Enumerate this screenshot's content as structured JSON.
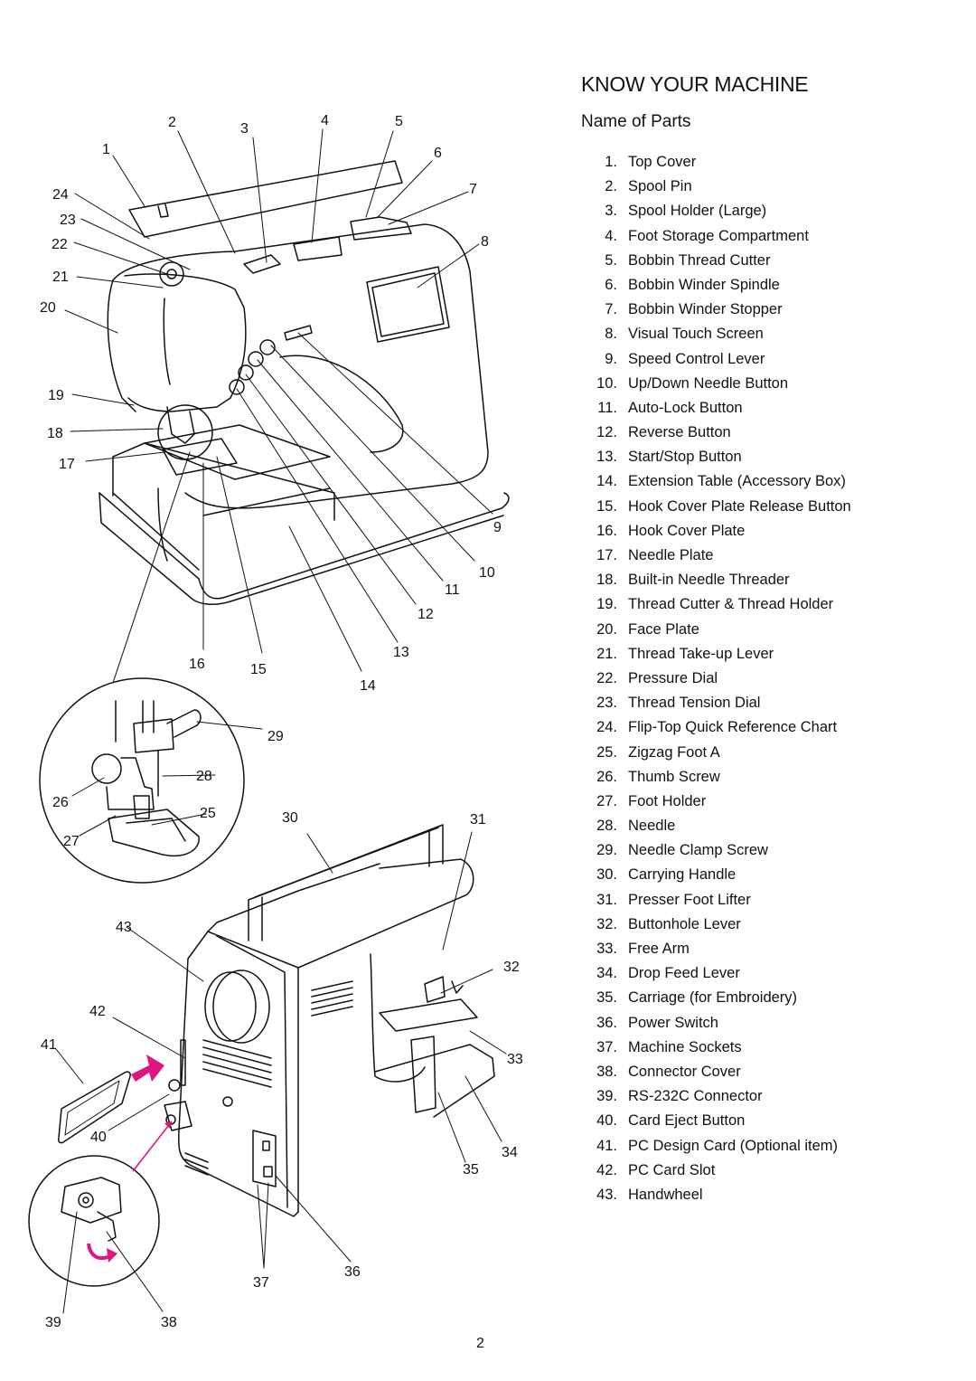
{
  "heading": "KNOW YOUR MACHINE",
  "subheading": "Name of Parts",
  "parts": [
    {
      "num": "1.",
      "name": "Top Cover"
    },
    {
      "num": "2.",
      "name": "Spool Pin"
    },
    {
      "num": "3.",
      "name": "Spool Holder (Large)"
    },
    {
      "num": "4.",
      "name": "Foot Storage Compartment"
    },
    {
      "num": "5.",
      "name": "Bobbin Thread Cutter"
    },
    {
      "num": "6.",
      "name": "Bobbin Winder Spindle"
    },
    {
      "num": "7.",
      "name": "Bobbin Winder Stopper"
    },
    {
      "num": "8.",
      "name": "Visual Touch Screen"
    },
    {
      "num": "9.",
      "name": "Speed Control Lever"
    },
    {
      "num": "10.",
      "name": "Up/Down Needle Button"
    },
    {
      "num": "11.",
      "name": "Auto-Lock Button"
    },
    {
      "num": "12.",
      "name": "Reverse Button"
    },
    {
      "num": "13.",
      "name": "Start/Stop Button"
    },
    {
      "num": "14.",
      "name": "Extension Table (Accessory Box)"
    },
    {
      "num": "15.",
      "name": "Hook Cover Plate Release Button"
    },
    {
      "num": "16.",
      "name": "Hook Cover Plate"
    },
    {
      "num": "17.",
      "name": "Needle Plate"
    },
    {
      "num": "18.",
      "name": "Built-in Needle Threader"
    },
    {
      "num": "19.",
      "name": "Thread Cutter & Thread Holder"
    },
    {
      "num": "20.",
      "name": "Face Plate"
    },
    {
      "num": "21.",
      "name": "Thread Take-up Lever"
    },
    {
      "num": "22.",
      "name": "Pressure Dial"
    },
    {
      "num": "23.",
      "name": "Thread Tension Dial"
    },
    {
      "num": "24.",
      "name": "Flip-Top Quick Reference Chart"
    },
    {
      "num": "25.",
      "name": "Zigzag Foot A"
    },
    {
      "num": "26.",
      "name": "Thumb Screw"
    },
    {
      "num": "27.",
      "name": "Foot Holder"
    },
    {
      "num": "28.",
      "name": "Needle"
    },
    {
      "num": "29.",
      "name": "Needle Clamp Screw"
    },
    {
      "num": "30.",
      "name": "Carrying Handle"
    },
    {
      "num": "31.",
      "name": "Presser Foot Lifter"
    },
    {
      "num": "32.",
      "name": "Buttonhole Lever"
    },
    {
      "num": "33.",
      "name": "Free Arm"
    },
    {
      "num": "34.",
      "name": "Drop Feed Lever"
    },
    {
      "num": "35.",
      "name": "Carriage (for Embroidery)"
    },
    {
      "num": "36.",
      "name": "Power Switch"
    },
    {
      "num": "37.",
      "name": "Machine Sockets"
    },
    {
      "num": "38.",
      "name": "Connector Cover"
    },
    {
      "num": "39.",
      "name": "RS-232C Connector"
    },
    {
      "num": "40.",
      "name": "Card Eject Button"
    },
    {
      "num": "41.",
      "name": "PC Design Card (Optional item)"
    },
    {
      "num": "42.",
      "name": "PC Card Slot"
    },
    {
      "num": "43.",
      "name": "Handwheel"
    }
  ],
  "callouts": [
    "1",
    "2",
    "3",
    "4",
    "5",
    "6",
    "7",
    "8",
    "9",
    "10",
    "11",
    "12",
    "13",
    "14",
    "15",
    "16",
    "17",
    "18",
    "19",
    "20",
    "21",
    "22",
    "23",
    "24",
    "25",
    "26",
    "27",
    "28",
    "29",
    "30",
    "31",
    "32",
    "33",
    "34",
    "35",
    "36",
    "37",
    "38",
    "39",
    "40",
    "41",
    "42",
    "43"
  ],
  "page_number": "2",
  "colors": {
    "ink": "#111111",
    "arrow_magenta": "#e0157f"
  }
}
